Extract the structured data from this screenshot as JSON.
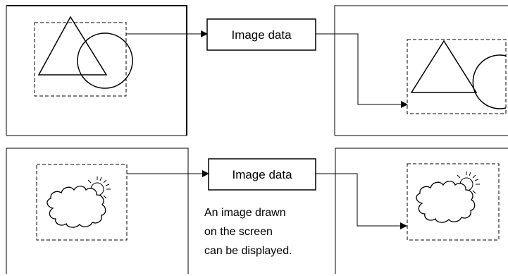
{
  "top_row": {
    "data_box_label": "Image data"
  },
  "bottom_row": {
    "data_box_label": "Image data",
    "caption_lines": [
      "An image drawn",
      "on the screen",
      "can be displayed."
    ]
  },
  "colors": {
    "stroke": "#000000",
    "background": "#ffffff"
  }
}
